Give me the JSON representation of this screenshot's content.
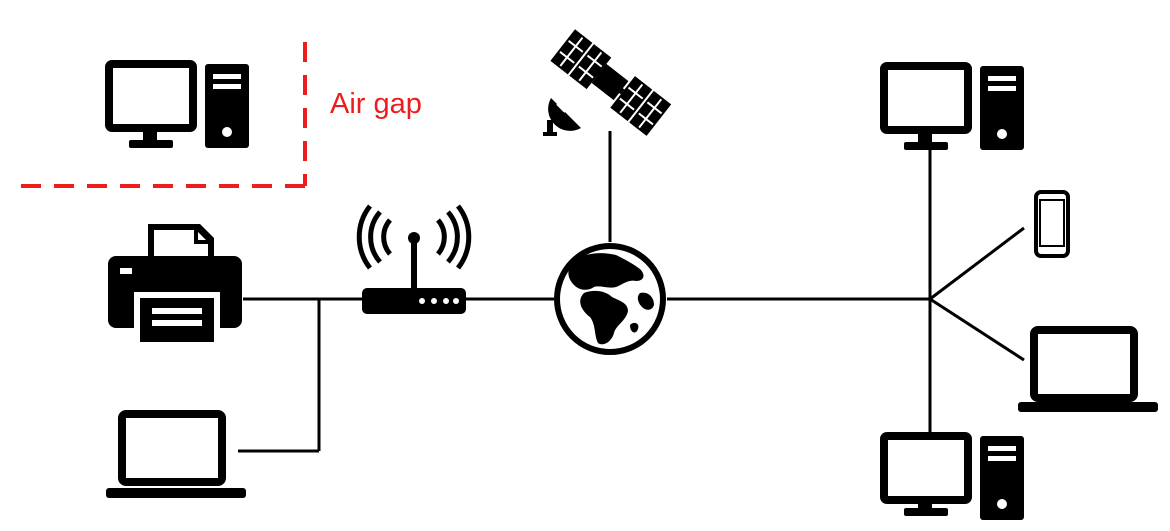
{
  "airgap": {
    "label": "Air gap",
    "color": "#ee1c1c"
  },
  "colors": {
    "stroke": "#000000",
    "fill": "#000000",
    "background": "#ffffff"
  },
  "nodes": [
    {
      "id": "isolated-desktop",
      "icon": "desktop-computer-icon"
    },
    {
      "id": "printer",
      "icon": "printer-icon"
    },
    {
      "id": "laptop-left",
      "icon": "laptop-icon"
    },
    {
      "id": "wireless-router",
      "icon": "wifi-router-icon"
    },
    {
      "id": "satellite",
      "icon": "satellite-icon"
    },
    {
      "id": "internet",
      "icon": "globe-icon"
    },
    {
      "id": "desktop-top-right",
      "icon": "desktop-computer-icon"
    },
    {
      "id": "smartphone",
      "icon": "smartphone-icon"
    },
    {
      "id": "laptop-right",
      "icon": "laptop-icon"
    },
    {
      "id": "desktop-bottom-right",
      "icon": "desktop-computer-icon"
    }
  ]
}
